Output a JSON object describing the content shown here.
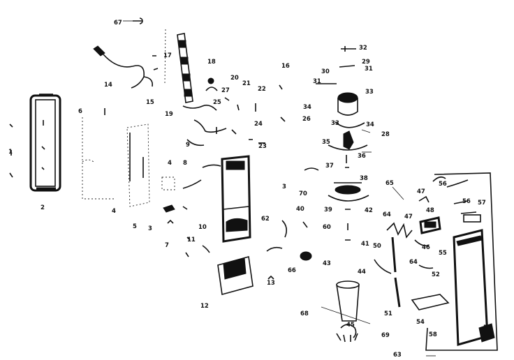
{
  "diagram": {
    "labels": [
      "67",
      "18",
      "16",
      "32",
      "29",
      "30",
      "31",
      "14",
      "17",
      "20",
      "21",
      "22",
      "27",
      "33",
      "15",
      "25",
      "34",
      "19",
      "26",
      "24",
      "23",
      "35",
      "28",
      "36",
      "1",
      "2",
      "6",
      "4",
      "8",
      "9",
      "3",
      "37",
      "38",
      "65",
      "70",
      "39",
      "40",
      "42",
      "64",
      "47",
      "56",
      "57",
      "48",
      "46",
      "55",
      "62",
      "11",
      "10",
      "7",
      "41",
      "43",
      "44",
      "52",
      "54",
      "12",
      "13",
      "45",
      "66",
      "68",
      "69",
      "58",
      "63",
      "5",
      "60",
      "50",
      "51"
    ]
  }
}
